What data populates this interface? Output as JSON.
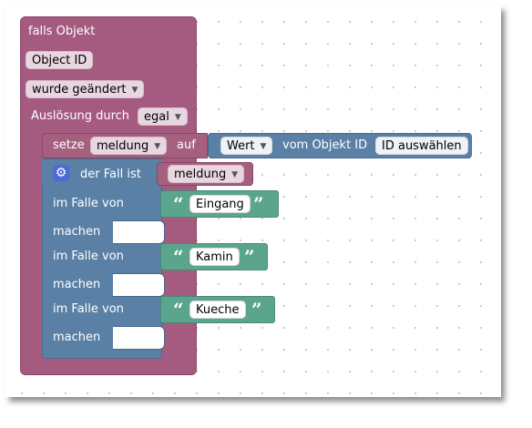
{
  "trigger": {
    "title": "falls Objekt",
    "object_id_label": "Object ID",
    "condition_option": "wurde geändert",
    "trigger_by_label": "Auslösung durch",
    "trigger_by_option": "egal"
  },
  "set_block": {
    "label": "setze",
    "variable": "meldung",
    "to_label": "auf",
    "value_option": "Wert",
    "from_object_label": "vom Objekt ID",
    "select_id_button": "ID auswählen"
  },
  "switch_block": {
    "label": "der Fall ist",
    "variable": "meldung",
    "cases": [
      {
        "case_label": "im Falle von",
        "value": "Eingang",
        "do_label": "machen"
      },
      {
        "case_label": "im Falle von",
        "value": "Kamin",
        "do_label": "machen"
      },
      {
        "case_label": "im Falle von",
        "value": "Kueche",
        "do_label": "machen"
      }
    ]
  },
  "colors": {
    "trigger_block": "#a55b80",
    "variable_block": "#a5607f",
    "logic_block": "#5b80a5",
    "text_block": "#5ba58c",
    "mutator_icon": "#4a6cd4"
  },
  "icons": {
    "dropdown": "▼",
    "mutator": "gear-icon",
    "quote_open": "“",
    "quote_close": "”"
  }
}
